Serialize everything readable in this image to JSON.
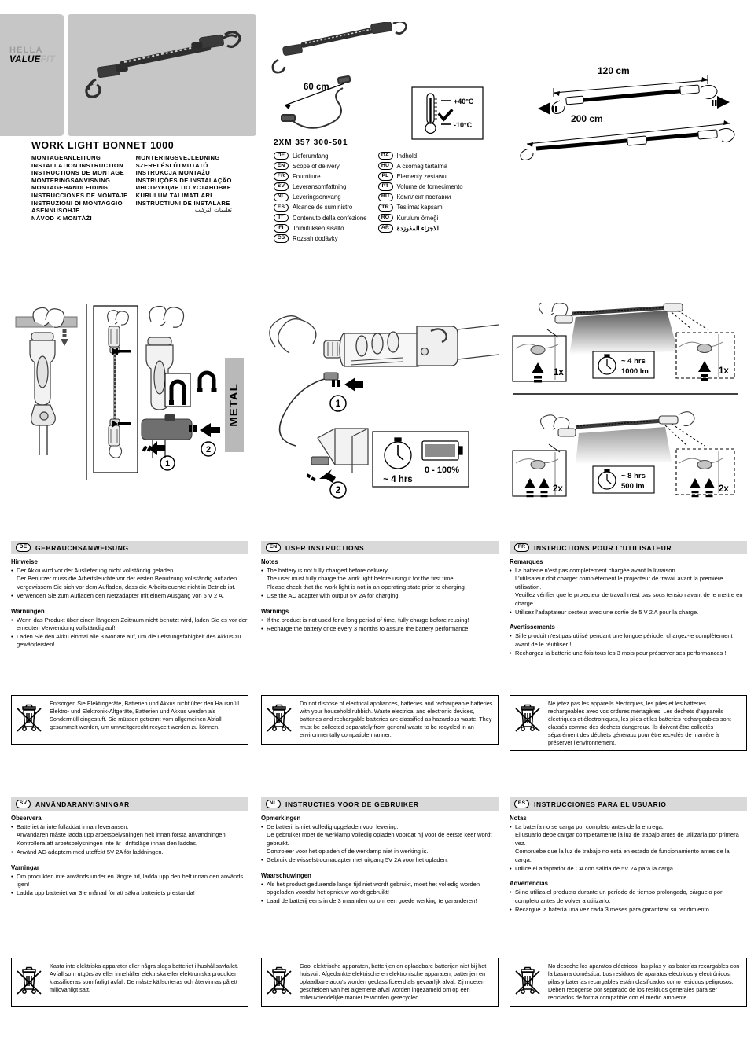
{
  "brand": {
    "hella": "HELLA",
    "value": "VALUE",
    "fit": "FIT"
  },
  "product": {
    "title": "WORK LIGHT BONNET 1000",
    "part_number": "2XM 357 300-501"
  },
  "manual_titles_col1": [
    "MONTAGEANLEITUNG",
    "INSTALLATION INSTRUCTION",
    "INSTRUCTIONS DE MONTAGE",
    "MONTERINGSANVISNING",
    "MONTAGEHANDLEIDING",
    "INSTRUCCIONES DE MONTAJE",
    "INSTRUZIONI DI MONTAGGIO",
    "ASENNUSOHJE",
    "NÁVOD K MONTÁŽI"
  ],
  "manual_titles_col2": [
    "MONTERINGSVEJLEDNING",
    "SZERELÉSI ÚTMUTATÓ",
    "INSTRUKCJA MONTAŻU",
    "INSTRUÇÕES DE INSTALAÇÃO",
    "ИНСТРУКЦИЯ ПО УСТАНОВКЕ",
    "KURULUM TALIMATLARI",
    "INSTRUCTIUNI DE INSTALARE",
    "تعليمات التركيب"
  ],
  "scope_of_delivery": {
    "column1": [
      {
        "code": "DE",
        "label": "Lieferumfang"
      },
      {
        "code": "EN",
        "label": "Scope of delivery"
      },
      {
        "code": "FR",
        "label": "Fourniture"
      },
      {
        "code": "SV",
        "label": "Leveransomfattning"
      },
      {
        "code": "NL",
        "label": "Leveringsomvang"
      },
      {
        "code": "ES",
        "label": "Alcance de suministro"
      },
      {
        "code": "IT",
        "label": "Contenuto della confezione"
      },
      {
        "code": "FI",
        "label": "Toimituksen sisältö"
      },
      {
        "code": "CS",
        "label": "Rozsah dodávky"
      }
    ],
    "column2": [
      {
        "code": "DA",
        "label": "Indhold"
      },
      {
        "code": "HU",
        "label": "A csomag tartalma"
      },
      {
        "code": "PL",
        "label": "Elementy zestawu"
      },
      {
        "code": "PT",
        "label": "Volume de fornecimento"
      },
      {
        "code": "RU",
        "label": "Комплект поставки"
      },
      {
        "code": "TR",
        "label": "Teslimat kapsamı"
      },
      {
        "code": "RO",
        "label": "Kurulum örneği"
      },
      {
        "code": "AR",
        "label": "الاجزاء المفوزدة"
      }
    ]
  },
  "figures": {
    "cable_length": "60 cm",
    "temp_max": "+40°C",
    "temp_min": "-10°C",
    "extended_120": "120 cm",
    "extended_200": "200 cm",
    "metal_label": "METAL",
    "step1": "1",
    "step2": "2",
    "charge_time": "~ 4 hrs",
    "charge_range": "0 - 100%",
    "mode_high_press": "1x",
    "mode_high_time": "~ 4 hrs",
    "mode_high_lumens": "1000 lm",
    "mode_low_press": "2x",
    "mode_low_time": "~ 8 hrs",
    "mode_low_lumens": "500 lm"
  },
  "panels": [
    {
      "code": "DE",
      "heading": "GEBRAUCHSANWEISUNG",
      "notes_title": "Hinweise",
      "notes": [
        [
          "Der Akku wird vor der Auslieferung nicht vollständig geladen.",
          "Der Benutzer muss die Arbeitsleuchte vor der ersten Benutzung vollständig aufladen.",
          "Vergewissern Sie sich vor dem Aufladen, dass die Arbeitsleuchte nicht in Betrieb ist."
        ],
        [
          "Verwenden Sie zum Aufladen den Netzadapter mit einem Ausgang von 5 V 2 A."
        ]
      ],
      "warnings_title": "Warnungen",
      "warnings": [
        [
          "Wenn das Produkt über einen längeren Zeitraum nicht benutzt wird, laden Sie es vor der erneuten Verwendung vollständig auf!"
        ],
        [
          "Laden Sie den Akku einmal alle 3 Monate auf, um die Leistungsfähigkeit des Akkus zu gewährleisten!"
        ]
      ],
      "disposal": "Entsorgen Sie Elektrogeräte, Batterien und Akkus nicht über den Hausmüll. Elektro- und Elektronik-Altgeräte, Batterien und Akkus werden als Sondermüll eingestuft. Sie müssen getrennt vom allgemeinen Abfall gesammelt werden, um umweltgerecht recycelt werden zu können."
    },
    {
      "code": "EN",
      "heading": "USER INSTRUCTIONS",
      "notes_title": "Notes",
      "notes": [
        [
          "The battery is not fully charged before delivery.",
          "The user must fully charge the work light before using it for the first time.",
          "Please check that the work light is not in an operating state prior to charging."
        ],
        [
          "Use the AC adapter with output 5V 2A for charging."
        ]
      ],
      "warnings_title": "Warnings",
      "warnings": [
        [
          "If the product is not used for a long period of time, fully charge before reusing!"
        ],
        [
          "Recharge the battery once every 3 months to assure the battery performance!"
        ]
      ],
      "disposal": "Do not dispose of electrical appliances, batteries and rechargeable batteries with your household rubbish. Waste electrical and electronic devices, batteries and rechargable batteries are classified as hazardous waste. They must be collected separately from general waste to be recycled in an environmentally compatible manner."
    },
    {
      "code": "FR",
      "heading": "INSTRUCTIONS POUR L'UTILISATEUR",
      "notes_title": "Remarques",
      "notes": [
        [
          "La batterie n'est pas complètement chargée avant la livraison.",
          "L'utilisateur doit charger complètement le projecteur de travail avant la première utilisation.",
          "Veuillez vérifier que le projecteur de travail n'est pas sous tension avant de le mettre en charge."
        ],
        [
          "Utilisez l'adaptateur secteur avec une sortie de 5 V 2 A pour la charge."
        ]
      ],
      "warnings_title": "Avertissements",
      "warnings": [
        [
          "Si le produit n'est pas utilisé pendant une longue période, chargez-le complètement avant de le réutiliser !"
        ],
        [
          "Rechargez la batterie une fois tous les 3 mois pour préserver ses performances !"
        ]
      ],
      "disposal": "Ne jetez pas les appareils électriques, les piles et les batteries rechargeables avec vos ordures ménagères. Les déchets d'appareils électriques et électroniques, les piles et les batteries rechargeables sont classés comme des déchets dangereux. Ils doivent être collectés séparément des déchets généraux pour être recyclés de manière à préserver l'environnement."
    },
    {
      "code": "SV",
      "heading": "ANVÄNDARANVISNINGAR",
      "notes_title": "Observera",
      "notes": [
        [
          "Batteriet är inte fulladdat innan leveransen.",
          "Användaren måste ladda upp arbetsbelysningen helt innan första användningen.",
          "Kontrollera att arbetsbelysningen inte är i driftsläge innan den laddas."
        ],
        [
          "Använd AC-adaptern med uteffekt 5V 2A för laddningen."
        ]
      ],
      "warnings_title": "Varningar",
      "warnings": [
        [
          "Om produkten inte används under en längre tid, ladda upp den helt innan den används igen!"
        ],
        [
          "Ladda upp batteriet var 3:e månad för att säkra batteriets prestanda!"
        ]
      ],
      "disposal": "Kasta inte elektriska apparater eller några slags batteriet i hushållsavfallet. Avfall som utgörs av eller innehåller elektriska eller elektroniska produkter klassificeras som farligt avfall. De måste källsorteras och återvinnas på ett miljövänligt sätt."
    },
    {
      "code": "NL",
      "heading": "INSTRUCTIES VOOR DE GEBRUIKER",
      "notes_title": "Opmerkingen",
      "notes": [
        [
          "De batterij is niet volledig opgeladen voor levering.",
          "De gebruiker moet de werklamp volledig opladen voordat hij voor de eerste keer wordt gebruikt.",
          "Controleer voor het opladen of de werklamp niet in werking is."
        ],
        [
          "Gebruik de wisselstroomadapter met uitgang 5V 2A voor het opladen."
        ]
      ],
      "warnings_title": "Waarschuwingen",
      "warnings": [
        [
          "Als het product gedurende lange tijd niet wordt gebruikt, moet het volledig worden opgeladen voordat het opnieuw wordt gebruikt!"
        ],
        [
          "Laad de batterij eens in de 3 maanden op om een goede werking te garanderen!"
        ]
      ],
      "disposal": "Gooi elektrische apparaten, batterijen en oplaadbare batterijen niet bij het huisvuil. Afgedankte elektrische en elektronische apparaten, batterijen en oplaadbare accu's worden geclassificeerd als gevaarlijk afval. Zij moeten gescheiden van het algemene afval worden ingezameld om op een milieuvriendelijke manier te worden gerecycled."
    },
    {
      "code": "ES",
      "heading": "INSTRUCCIONES PARA EL USUARIO",
      "notes_title": "Notas",
      "notes": [
        [
          "La batería no se carga por completo antes de la entrega.",
          "El usuario debe cargar completamente la luz de trabajo antes de utilizarla por primera vez.",
          "Compruebe que la luz de trabajo no está en estado de funcionamiento antes de la carga."
        ],
        [
          "Utilice el adaptador de CA con salida de 5V 2A para la carga."
        ]
      ],
      "warnings_title": "Advertencias",
      "warnings": [
        [
          "Si no utiliza el producto durante un período de tiempo prolongado, cárguelo por completo antes de volver a utilizarlo."
        ],
        [
          "Recargue la batería una vez cada 3 meses para garantizar su rendimiento."
        ]
      ],
      "disposal": "No deseche los aparatos eléctricos, las pilas y las baterías recargables con la basura doméstica. Los residuos de aparatos eléctricos y electrónicos, pilas y baterías recargables están clasificados como residuos peligrosos. Deben recogerse por separado de los residuos generales para ser reciclados de forma compatible con el medio ambiente."
    }
  ],
  "colors": {
    "panel_gray": "#d9d9d9",
    "photo_gray": "#c6c6c6",
    "line": "#000000"
  }
}
